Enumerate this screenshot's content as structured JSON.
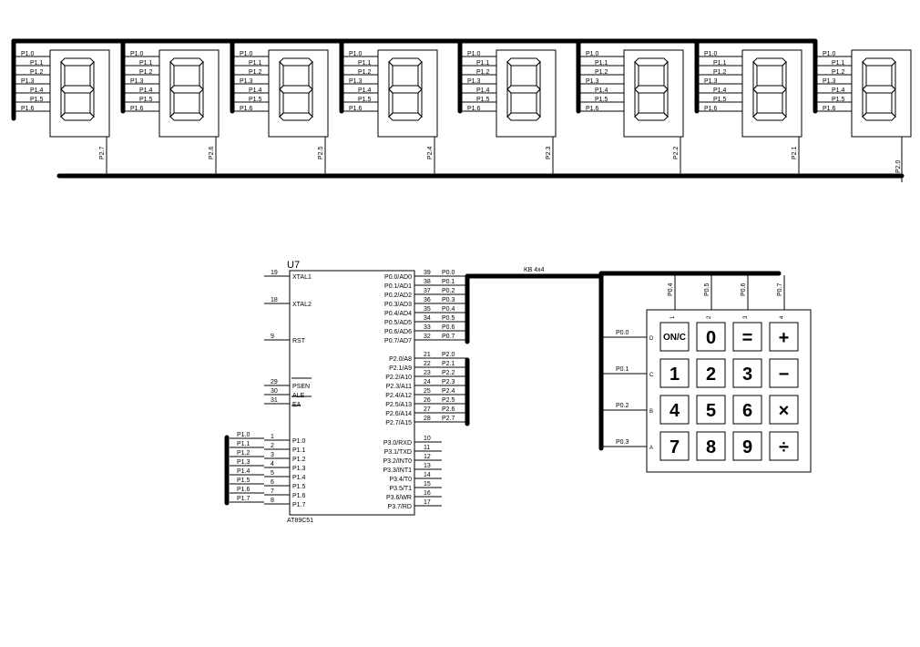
{
  "displays": [
    {
      "common": "P2.7",
      "segs": [
        "P1.0",
        "P1.1",
        "P1.2",
        "P1.3",
        "P1.4",
        "P1.5",
        "P1.6"
      ]
    },
    {
      "common": "P2.6",
      "segs": [
        "P1.0",
        "P1.1",
        "P1.2",
        "P1.3",
        "P1.4",
        "P1.5",
        "P1.6"
      ]
    },
    {
      "common": "P2.5",
      "segs": [
        "P1.0",
        "P1.1",
        "P1.2",
        "P1.3",
        "P1.4",
        "P1.5",
        "P1.6"
      ]
    },
    {
      "common": "P2.4",
      "segs": [
        "P1.0",
        "P1.1",
        "P1.2",
        "P1.3",
        "P1.4",
        "P1.5",
        "P1.6"
      ]
    },
    {
      "common": "P2.3",
      "segs": [
        "P1.0",
        "P1.1",
        "P1.2",
        "P1.3",
        "P1.4",
        "P1.5",
        "P1.6"
      ]
    },
    {
      "common": "P2.2",
      "segs": [
        "P1.0",
        "P1.1",
        "P1.2",
        "P1.3",
        "P1.4",
        "P1.5",
        "P1.6"
      ]
    },
    {
      "common": "P2.1",
      "segs": [
        "P1.0",
        "P1.1",
        "P1.2",
        "P1.3",
        "P1.4",
        "P1.5",
        "P1.6"
      ]
    },
    {
      "common": "P2.0",
      "segs": [
        "P1.0",
        "P1.1",
        "P1.2",
        "P1.3",
        "P1.4",
        "P1.5",
        "P1.6"
      ]
    }
  ],
  "chip": {
    "ref": "U7",
    "part": "AT89C51",
    "left_pins": [
      {
        "num": "19",
        "name": "XTAL1",
        "net": ""
      },
      {
        "num": "18",
        "name": "XTAL2",
        "net": ""
      },
      {
        "num": "9",
        "name": "RST",
        "net": ""
      },
      {
        "num": "29",
        "name": "PSEN",
        "net": ""
      },
      {
        "num": "30",
        "name": "ALE",
        "net": ""
      },
      {
        "num": "31",
        "name": "EA",
        "net": ""
      },
      {
        "num": "1",
        "name": "P1.0",
        "net": "P1.0"
      },
      {
        "num": "2",
        "name": "P1.1",
        "net": "P1.1"
      },
      {
        "num": "3",
        "name": "P1.2",
        "net": "P1.2"
      },
      {
        "num": "4",
        "name": "P1.3",
        "net": "P1.3"
      },
      {
        "num": "5",
        "name": "P1.4",
        "net": "P1.4"
      },
      {
        "num": "6",
        "name": "P1.5",
        "net": "P1.5"
      },
      {
        "num": "7",
        "name": "P1.6",
        "net": "P1.6"
      },
      {
        "num": "8",
        "name": "P1.7",
        "net": "P1.7"
      }
    ],
    "right_pins": [
      {
        "num": "39",
        "name": "P0.0/AD0",
        "net": "P0.0"
      },
      {
        "num": "38",
        "name": "P0.1/AD1",
        "net": "P0.1"
      },
      {
        "num": "37",
        "name": "P0.2/AD2",
        "net": "P0.2"
      },
      {
        "num": "36",
        "name": "P0.3/AD3",
        "net": "P0.3"
      },
      {
        "num": "35",
        "name": "P0.4/AD4",
        "net": "P0.4"
      },
      {
        "num": "34",
        "name": "P0.5/AD5",
        "net": "P0.5"
      },
      {
        "num": "33",
        "name": "P0.6/AD6",
        "net": "P0.6"
      },
      {
        "num": "32",
        "name": "P0.7/AD7",
        "net": "P0.7"
      },
      {
        "num": "21",
        "name": "P2.0/A8",
        "net": "P2.0"
      },
      {
        "num": "22",
        "name": "P2.1/A9",
        "net": "P2.1"
      },
      {
        "num": "23",
        "name": "P2.2/A10",
        "net": "P2.2"
      },
      {
        "num": "24",
        "name": "P2.3/A11",
        "net": "P2.3"
      },
      {
        "num": "25",
        "name": "P2.4/A12",
        "net": "P2.4"
      },
      {
        "num": "26",
        "name": "P2.5/A13",
        "net": "P2.5"
      },
      {
        "num": "27",
        "name": "P2.6/A14",
        "net": "P2.6"
      },
      {
        "num": "28",
        "name": "P2.7/A15",
        "net": "P2.7"
      },
      {
        "num": "10",
        "name": "P3.0/RXD",
        "net": ""
      },
      {
        "num": "11",
        "name": "P3.1/TXD",
        "net": ""
      },
      {
        "num": "12",
        "name": "P3.2/INT0",
        "net": ""
      },
      {
        "num": "13",
        "name": "P3.3/INT1",
        "net": ""
      },
      {
        "num": "14",
        "name": "P3.4/T0",
        "net": ""
      },
      {
        "num": "15",
        "name": "P3.5/T1",
        "net": ""
      },
      {
        "num": "16",
        "name": "P3.6/WR",
        "net": ""
      },
      {
        "num": "17",
        "name": "P3.7/RD",
        "net": ""
      }
    ]
  },
  "keypad": {
    "bus_label": "KB 4x4",
    "cols": [
      {
        "num": "1",
        "net": "P0.4"
      },
      {
        "num": "2",
        "net": "P0.5"
      },
      {
        "num": "3",
        "net": "P0.6"
      },
      {
        "num": "4",
        "net": "P0.7"
      }
    ],
    "rows": [
      {
        "letter": "D",
        "net": "P0.0"
      },
      {
        "letter": "C",
        "net": "P0.1"
      },
      {
        "letter": "B",
        "net": "P0.2"
      },
      {
        "letter": "A",
        "net": "P0.3"
      }
    ],
    "keys": [
      [
        "ON/C",
        "0",
        "=",
        "+"
      ],
      [
        "1",
        "2",
        "3",
        "−"
      ],
      [
        "4",
        "5",
        "6",
        "×"
      ],
      [
        "7",
        "8",
        "9",
        "÷"
      ]
    ]
  }
}
